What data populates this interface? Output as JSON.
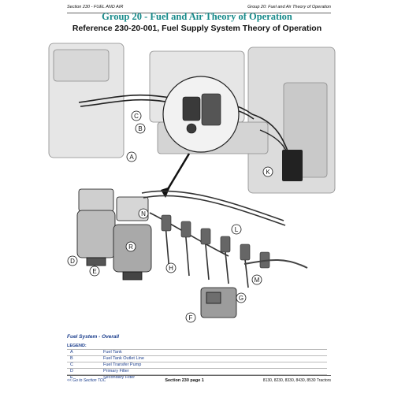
{
  "header": {
    "left": "Section 230 - FUEL AND AIR",
    "right": "Group 20: Fuel and Air Theory of Operation"
  },
  "title": "Group 20 - Fuel and Air Theory of Operation",
  "reference": "Reference 230-20-001, Fuel Supply System Theory of Operation",
  "figure": {
    "callouts": [
      "A",
      "B",
      "C",
      "D",
      "E",
      "F",
      "G",
      "H",
      "K",
      "L",
      "M",
      "N",
      "R"
    ],
    "caption": "Fuel System - Overall"
  },
  "legend": {
    "heading": "LEGEND:",
    "items": [
      {
        "key": "A",
        "label": "Fuel Tank"
      },
      {
        "key": "B",
        "label": "Fuel Tank Outlet Line"
      },
      {
        "key": "C",
        "label": "Fuel Transfer Pump"
      },
      {
        "key": "D",
        "label": "Primary Filter"
      },
      {
        "key": "E",
        "label": "Secondary Filter"
      }
    ]
  },
  "footer": {
    "left": "<< Go to Section TOC",
    "center": "Section 230 page 1",
    "right": "8130, 8230, 8330, 8430, 8530 Tractors"
  },
  "colors": {
    "title": "#178a8a",
    "legend_text": "#1a3d8c"
  }
}
